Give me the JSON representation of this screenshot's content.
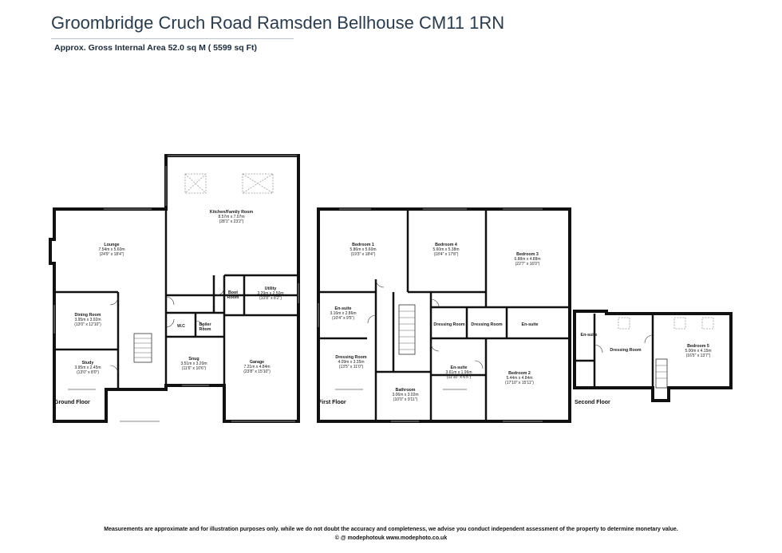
{
  "header": {
    "title": "Groombridge Cruch Road Ramsden Bellhouse  CM11 1RN",
    "area": "Approx. Gross Internal Area 52.0 sq M ( 5599 sq Ft)"
  },
  "floors": {
    "ground": {
      "label": "Ground Floor",
      "rooms": {
        "lounge": {
          "name": "Lounge",
          "metric": "7.54m x 5.60m",
          "imperial": "(24'9\" x 18'4\")"
        },
        "kitchen": {
          "name": "Kitchen/Family Room",
          "metric": "8.57m x 7.07m",
          "imperial": "(28'1\" x 23'2\")"
        },
        "boot": {
          "name": "Boot",
          "name2": "Room"
        },
        "utility": {
          "name": "Utility",
          "metric": "3.29m x 2.50m",
          "imperial": "(10'8\" x 8'2\")"
        },
        "dining": {
          "name": "Dining Room",
          "metric": "3.95m x 3.92m",
          "imperial": "(13'0\" x 12'10\")"
        },
        "wc": {
          "name": "W.C"
        },
        "boiler": {
          "name": "Boiler",
          "name2": "Room"
        },
        "study": {
          "name": "Study",
          "metric": "3.95m x 2.45m",
          "imperial": "(13'0\" x 8'0\")"
        },
        "snug": {
          "name": "Snug",
          "metric": "3.51m x 3.20m",
          "imperial": "(11'6\" x 10'6\")"
        },
        "garage": {
          "name": "Garage",
          "metric": "7.21m x 4.84m",
          "imperial": "(23'8\" x 15'10\")"
        }
      }
    },
    "first": {
      "label": "First Floor",
      "rooms": {
        "bed1": {
          "name": "Bedroom 1",
          "metric": "5.86m x 5.60m",
          "imperial": "(19'3\" x 18'4\")"
        },
        "bed4": {
          "name": "Bedroom 4",
          "metric": "5.60m x 5.38m",
          "imperial": "(18'4\" x 17'8\")"
        },
        "bed3": {
          "name": "Bedroom  3",
          "metric": "6.88m x 4.88m",
          "imperial": "(22'7\" x 16'0\")"
        },
        "ensuite1": {
          "name": "En-suite",
          "metric": "3.16m x 2.86m",
          "imperial": "(10'4\" x 9'5\")"
        },
        "dressing1": {
          "name": "Dressing Room"
        },
        "dressing2": {
          "name": "Dressing Room"
        },
        "ensuite2": {
          "name": "En-suite"
        },
        "dressing3": {
          "name": "Dressing Room",
          "metric": "4.09m x 3.35m",
          "imperial": "(13'5\" x 11'0\")"
        },
        "ensuite3": {
          "name": "En-suite",
          "metric": "3.61m x 1.96m",
          "imperial": "(11'10\" x 6'5\")"
        },
        "bed2": {
          "name": "Bedroom 2",
          "metric": "5.44m x 4.84m",
          "imperial": "(17'10\" x 15'11\")"
        },
        "bathroom": {
          "name": "Bathroom",
          "metric": "3.06m x 3.02m",
          "imperial": "(10'0\" x 9'11\")"
        }
      }
    },
    "second": {
      "label": "Second Floor",
      "rooms": {
        "ensuite": {
          "name": "En-suite"
        },
        "dressing": {
          "name": "Dressing Room"
        },
        "bed5": {
          "name": "Bedroom 5",
          "metric": "5.00m x 4.15m",
          "imperial": "(16'5\" x 13'7\")"
        }
      }
    }
  },
  "footer": {
    "disclaimer": "Measurements are approximate and for illustration purposes only. while we do not doubt the accuracy and completeness, we advise you conduct independent assessment of the property to determine monetary value.",
    "copyright": "© @ modephotouk www.modephoto.co.uk"
  }
}
